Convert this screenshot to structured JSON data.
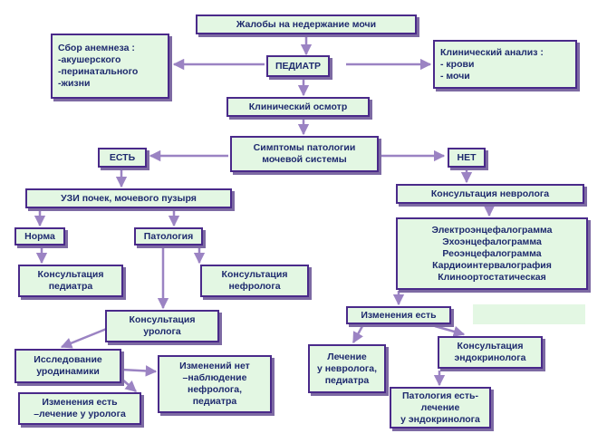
{
  "nodes": {
    "complaints": [
      "Жалобы на недержание мочи"
    ],
    "anamnesis": [
      "Сбор  анемнеза  :",
      "-акушерского",
      "-перинатального",
      "-жизни"
    ],
    "pediatr": [
      "ПЕДИАТР"
    ],
    "clinical_analysis": [
      "Клинический анализ :",
      "- крови",
      "- мочи"
    ],
    "clinical_exam": [
      "Клинический осмотр"
    ],
    "symptoms": [
      "Симптомы патологии",
      "мочевой системы"
    ],
    "yes": [
      "ЕСТЬ"
    ],
    "no": [
      "НЕТ"
    ],
    "uzi": [
      "УЗИ почек, мочевого пузыря"
    ],
    "neuro_consult": [
      "Консультация невролога"
    ],
    "norm": [
      "Норма"
    ],
    "pathology": [
      "Патология"
    ],
    "eeg_list": [
      "Электроэнцефалограмма",
      "Эхоэнцефалограмма",
      "Реоэнцефалограмма",
      "Кардиоинтервалография",
      "Клиноортостатическая"
    ],
    "pediatr_consult": [
      "Консультация",
      "педиатра"
    ],
    "nephro_consult": [
      "Консультация",
      "нефролога"
    ],
    "urolog_consult": [
      "Консультация",
      "уролога"
    ],
    "changes_yes_right": [
      "Изменения есть"
    ],
    "urodynamics": [
      "Исследование",
      "уродинамики"
    ],
    "no_changes": [
      "Изменений нет",
      "–наблюдение",
      "нефролога,",
      "педиатра"
    ],
    "changes_urolog": [
      "Изменения есть",
      "–лечение у уролога"
    ],
    "neuro_treatment": [
      "Лечение",
      "у невролога,",
      "педиатра"
    ],
    "endo_consult": [
      "Консультация",
      "эндокринолога"
    ],
    "endo_pathology": [
      "Патология есть-",
      "лечение",
      "у эндокринолога"
    ],
    "blank": []
  },
  "colors": {
    "fill": "#e3f7e3",
    "border": "#4a2a8a",
    "text": "#1e2a6e",
    "arrow": "#9b83c3"
  }
}
